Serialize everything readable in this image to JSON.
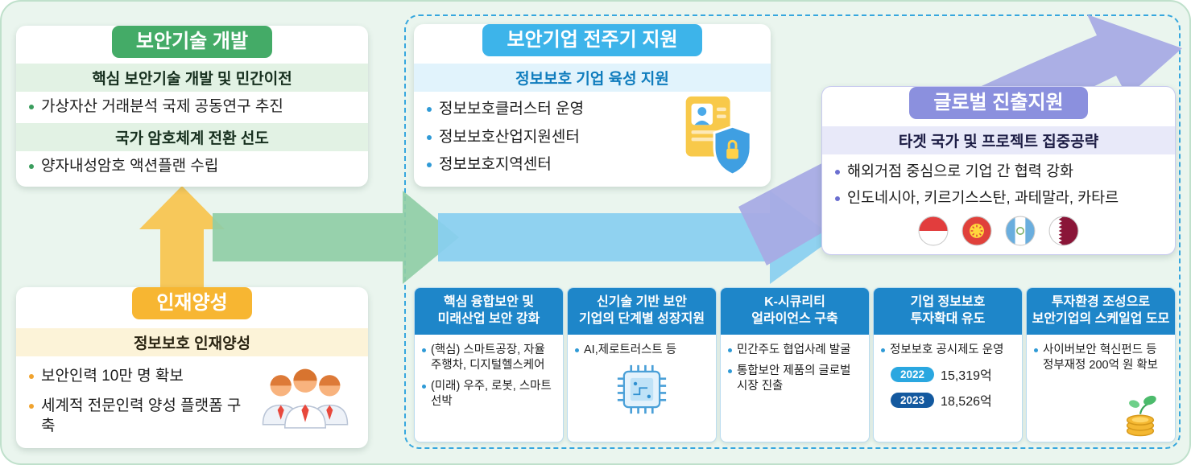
{
  "colors": {
    "canvas_bg": "#eaf5ee",
    "arrow_yellow": "#f8c551",
    "arrow_green": "#8fcda6",
    "arrow_blue": "#88cef0",
    "arrow_purple": "#a8abe4",
    "tech_accent": "#44ab67",
    "company_accent": "#3db4ea",
    "global_accent": "#8b90de",
    "talent_accent": "#f7b632",
    "card_header": "#1e86c9"
  },
  "tech": {
    "title": "보안기술 개발",
    "sub1": "핵심 보안기술 개발 및 민간이전",
    "bullet1": "가상자산 거래분석 국제 공동연구 추진",
    "sub2": "국가 암호체계 전환 선도",
    "bullet2": "양자내성암호 액션플랜 수립"
  },
  "company": {
    "title": "보안기업 전주기 지원",
    "subtitle": "정보보호 기업 육성 지원",
    "bullets": [
      "정보보호클러스터 운영",
      "정보보호산업지원센터",
      "정보보호지역센터"
    ],
    "icon": "document-shield-lock-icon"
  },
  "global": {
    "title": "글로벌 진출지원",
    "subtitle": "타겟 국가 및 프로젝트 집중공략",
    "bullets": [
      "해외거점 중심으로 기업 간 협력 강화",
      "인도네시아, 키르기스스탄, 과테말라, 카타르"
    ],
    "flags": [
      "indonesia-flag",
      "kyrgyzstan-flag",
      "guatemala-flag",
      "qatar-flag"
    ]
  },
  "talent": {
    "title": "인재양성",
    "subtitle": "정보보호 인재양성",
    "bullets": [
      "보안인력 10만 명 확보",
      "세계적 전문인력 양성 플랫폼 구축"
    ],
    "icon": "people-icon"
  },
  "cards": [
    {
      "title_line1": "핵심 융합보안 및",
      "title_line2": "미래산업 보안 강화",
      "bullets": [
        "(핵심) 스마트공장, 자율주행차, 디지털헬스케어",
        "(미래) 우주, 로봇, 스마트선박"
      ]
    },
    {
      "title_line1": "신기술 기반 보안",
      "title_line2": "기업의 단계별 성장지원",
      "bullets": [
        "AI,제로트러스트 등"
      ],
      "icon": "circuit-chip-icon"
    },
    {
      "title_line1": "K-시큐리티",
      "title_line2": "얼라이언스 구축",
      "bullets": [
        "민간주도 협업사례 발굴",
        "통합보안 제품의 글로벌 시장 진출"
      ]
    },
    {
      "title_line1": "기업 정보보호",
      "title_line2": "투자확대 유도",
      "bullets": [
        "정보보호 공시제도 운영"
      ],
      "stats": [
        {
          "year": "2022",
          "value": "15,319억"
        },
        {
          "year": "2023",
          "value": "18,526억"
        }
      ]
    },
    {
      "title_line1": "투자환경 조성으로",
      "title_line2": "보안기업의 스케일업 도모",
      "bullets": [
        "사이버보안 혁신펀드 등 정부재정 200억 원 확보"
      ],
      "icon": "coins-sprout-icon"
    }
  ]
}
